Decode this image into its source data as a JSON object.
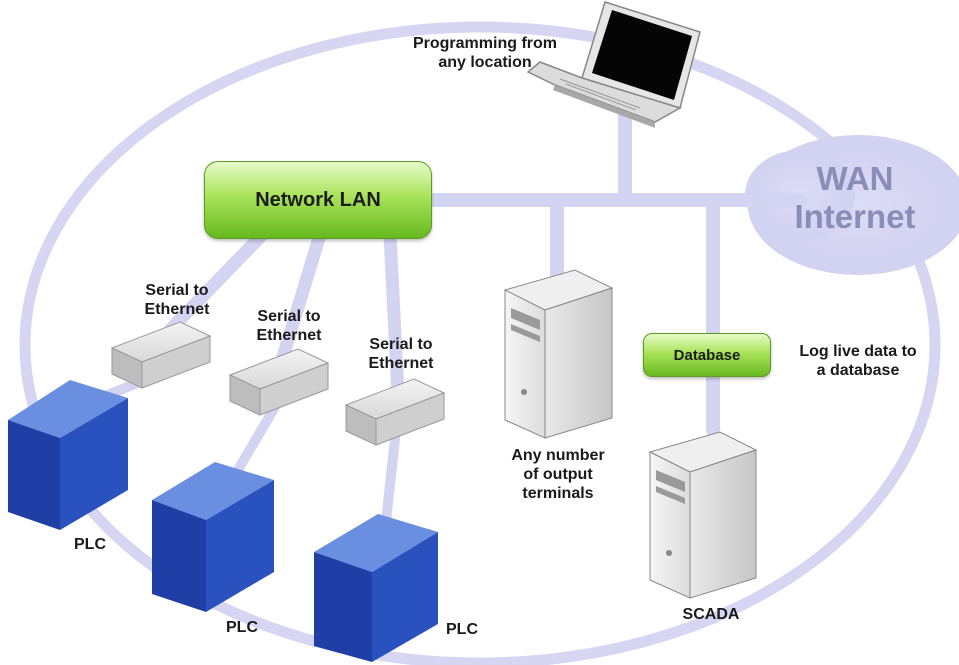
{
  "labels": {
    "programming": "Programming from\nany location",
    "network_lan": "Network LAN",
    "wan_line1": "WAN",
    "wan_line2": "Internet",
    "serial1": "Serial to\nEthernet",
    "serial2": "Serial to\nEthernet",
    "serial3": "Serial to\nEthernet",
    "database": "Database",
    "log_data": "Log live data to\na database",
    "terminals": "Any number\nof output\nterminals",
    "plc1": "PLC",
    "plc2": "PLC",
    "plc3": "PLC",
    "scada": "SCADA"
  },
  "colors": {
    "network_line": "#d3d3f2",
    "plc_front": "#1f3fa6",
    "plc_side": "#2a52be",
    "plc_top": "#6b8fe0",
    "pill_green": "#7cc12e",
    "wan_text": "#8c8cb8"
  },
  "icons": [
    "laptop-icon",
    "server-icon",
    "plc-icon",
    "converter-icon",
    "cloud-icon"
  ]
}
